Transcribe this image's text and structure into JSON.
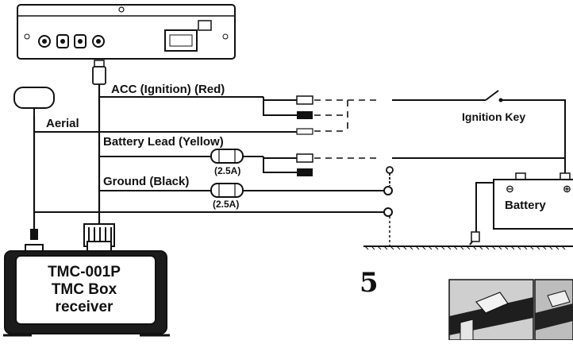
{
  "labels": {
    "acc": "ACC (Ignition) (Red)",
    "aerial": "Aerial",
    "battery_lead": "Battery Lead (Yellow)",
    "ground": "Ground (Black)",
    "fuse_top": "(2.5A)",
    "fuse_bottom": "(2.5A)",
    "ignition_key": "Ignition Key",
    "battery": "Battery",
    "battery_minus": "⊖",
    "battery_plus": "⊕"
  },
  "receiver": {
    "line1": "TMC-001P",
    "line2": "TMC Box",
    "line3": "receiver"
  },
  "page_number": "5",
  "colors": {
    "line": "#111111",
    "paper": "#ffffff",
    "box_fill": "#1b1b1b",
    "photo_bg": "#cfcfcf"
  }
}
